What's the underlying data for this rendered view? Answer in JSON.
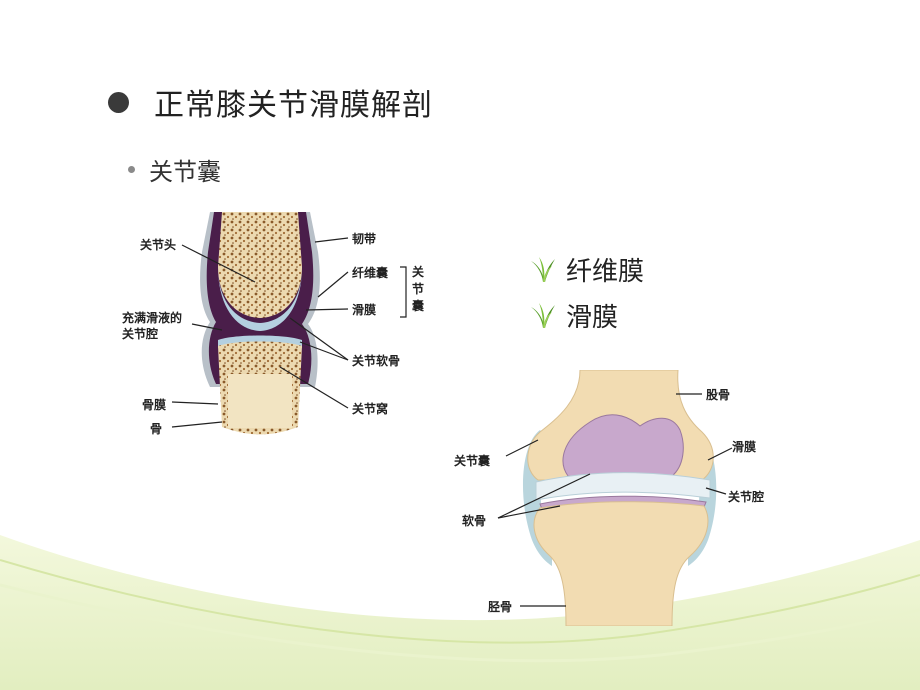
{
  "slide": {
    "title": "正常膝关节滑膜解剖",
    "subtitle": "关节囊",
    "legend": [
      {
        "icon": "grass-sprout-icon",
        "label": "纤维膜"
      },
      {
        "icon": "grass-sprout-icon",
        "label": "滑膜"
      }
    ]
  },
  "figure1": {
    "labels": {
      "joint_head": "关节头",
      "cavity": "充满滑液的\n关节腔",
      "periosteum": "骨膜",
      "bone": "骨",
      "ligament": "韧带",
      "fibrous": "纤维囊",
      "synovial": "滑膜",
      "capsule_bracket": "关\n节\n囊",
      "cartilage": "关节软骨",
      "socket": "关节窝"
    }
  },
  "figure2": {
    "labels": {
      "femur": "股骨",
      "synovium": "滑膜",
      "capsule": "关节囊",
      "cavity": "关节腔",
      "cartilage": "软骨",
      "tibia": "胫骨"
    }
  },
  "colors": {
    "accent_green": "#5aa02c",
    "wave_green": "#e8f2c4"
  }
}
